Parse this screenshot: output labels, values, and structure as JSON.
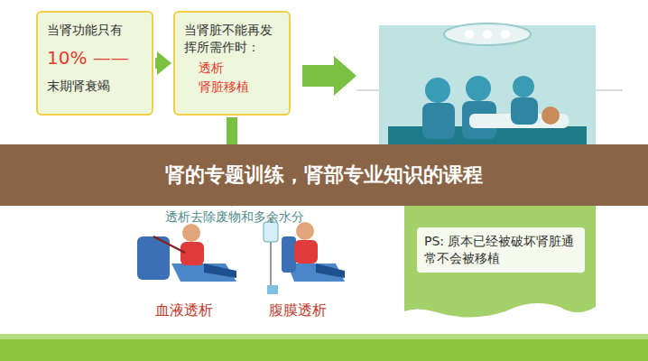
{
  "diagram": {
    "title": "肾的专题训练，肾部专业知识的课程",
    "nodes": [
      {
        "text": [
          "当肾功能只有",
          "10% ——",
          "末期肾衰竭"
        ]
      },
      {
        "text": [
          "当肾脏不能再发挥所需作时：",
          "透析",
          "肾脏移植"
        ]
      },
      {
        "text": [
          "PS: 原本已经被破坏肾脏通常不会被移植"
        ]
      },
      {
        "text": [
          "透析去除废物和多余水分"
        ]
      }
    ],
    "edges": [
      {
        "from": 0,
        "to": 1,
        "arrow": "to"
      },
      {
        "from": 1,
        "to": 3,
        "arrow": "to"
      }
    ],
    "labels": [
      "血液透析",
      "腹膜透析"
    ]
  }
}
